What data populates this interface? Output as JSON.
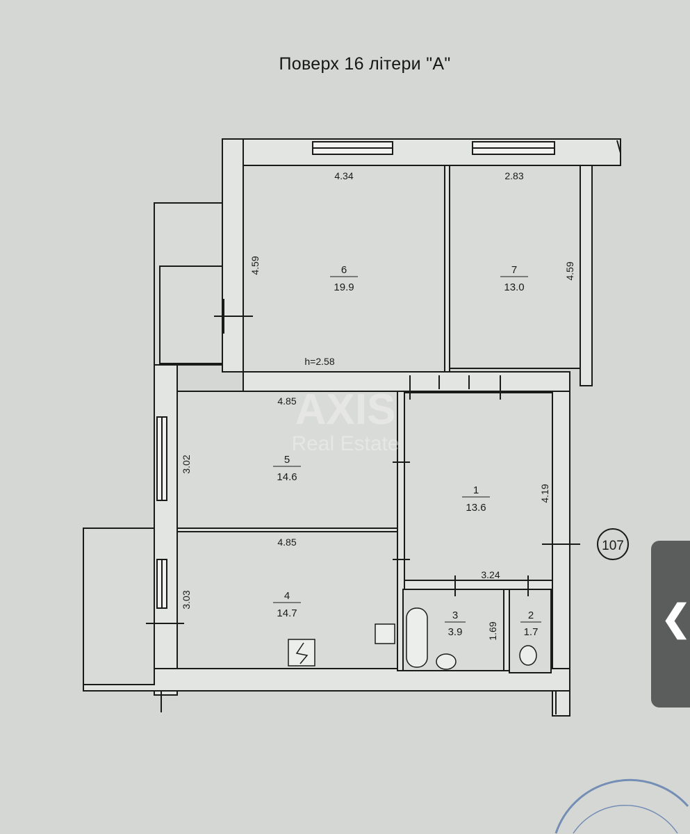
{
  "title": "Поверх  16  літери \"А\"",
  "watermark": {
    "line1": "AXIS",
    "line2": "Real Estate"
  },
  "ceiling_height": "h=2.58",
  "unit_marker": "107",
  "rooms": [
    {
      "number": "6",
      "area": "19.9"
    },
    {
      "number": "7",
      "area": "13.0"
    },
    {
      "number": "5",
      "area": "14.6"
    },
    {
      "number": "1",
      "area": "13.6"
    },
    {
      "number": "4",
      "area": "14.7"
    },
    {
      "number": "3",
      "area": "3.9"
    },
    {
      "number": "2",
      "area": "1.7"
    }
  ],
  "dimensions": {
    "room6_width": "4.34",
    "room6_depth": "4.59",
    "room7_width": "2.83",
    "room7_depth": "4.59",
    "room5_width": "4.85",
    "room5_depth": "3.02",
    "room4_width": "4.85",
    "room4_depth": "3.03",
    "room1_depth": "4.19",
    "room1_width": "3.24",
    "room3_depth": "1.69"
  },
  "side_tab": {
    "icon": "chevron-left-icon",
    "glyph": "❮"
  },
  "colors": {
    "paper": "#d5d7d4",
    "wall_fill": "#e6e8e5",
    "ink": "#1a1a1a",
    "stamp": "#4a6fa8",
    "tab": "#5b5d5d"
  }
}
